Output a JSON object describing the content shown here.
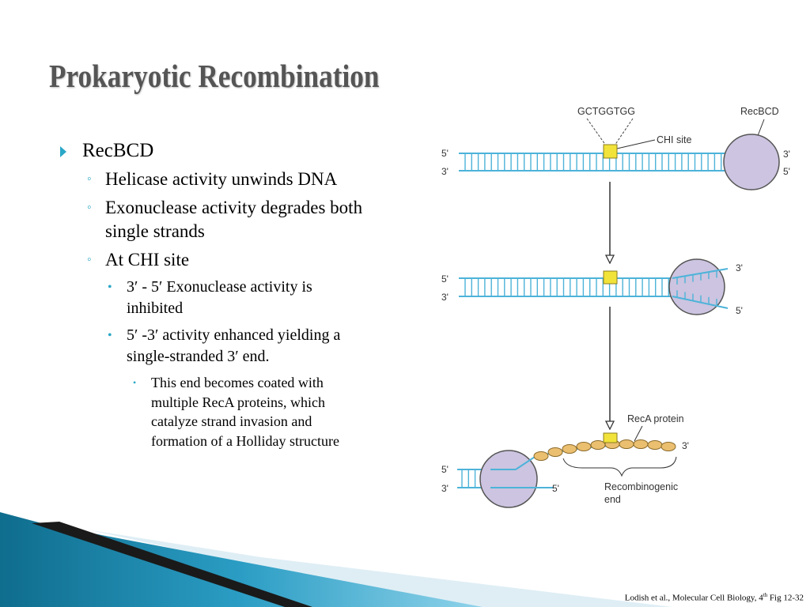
{
  "slide": {
    "title": "Prokaryotic Recombination",
    "bullets": {
      "recbcd": "RecBCD",
      "helicase": "Helicase activity unwinds DNA",
      "exonuclease": "Exonuclease activity degrades both single strands",
      "chi": "At CHI site",
      "inhibited": "3′ - 5′ Exonuclease activity is inhibited",
      "enhanced": "5′ -3′ activity enhanced yielding a single-stranded 3′ end.",
      "coated": "This end becomes coated with multiple RecA proteins, which catalyze strand invasion and formation of a Holliday structure"
    },
    "citation": {
      "main": "Lodish et al., Molecular Cell Biology, 4",
      "sup": "th",
      "fig": " Fig 12-32"
    }
  },
  "diagram": {
    "sequence": "GCTGGTGG",
    "chi_site": "CHI site",
    "recbcd": "RecBCD",
    "reca_protein": "RecA protein",
    "recombinogenic_1": "Recombinogenic",
    "recombinogenic_2": "end",
    "prime_5": "5'",
    "prime_3": "3'",
    "colors": {
      "dna": "#4db3d9",
      "chi_box": "#f2e33a",
      "enzyme_fill": "#ccc4e0",
      "enzyme_stroke": "#555555",
      "reca_fill": "#ebbf70",
      "accent": "#2aa7c6"
    }
  }
}
